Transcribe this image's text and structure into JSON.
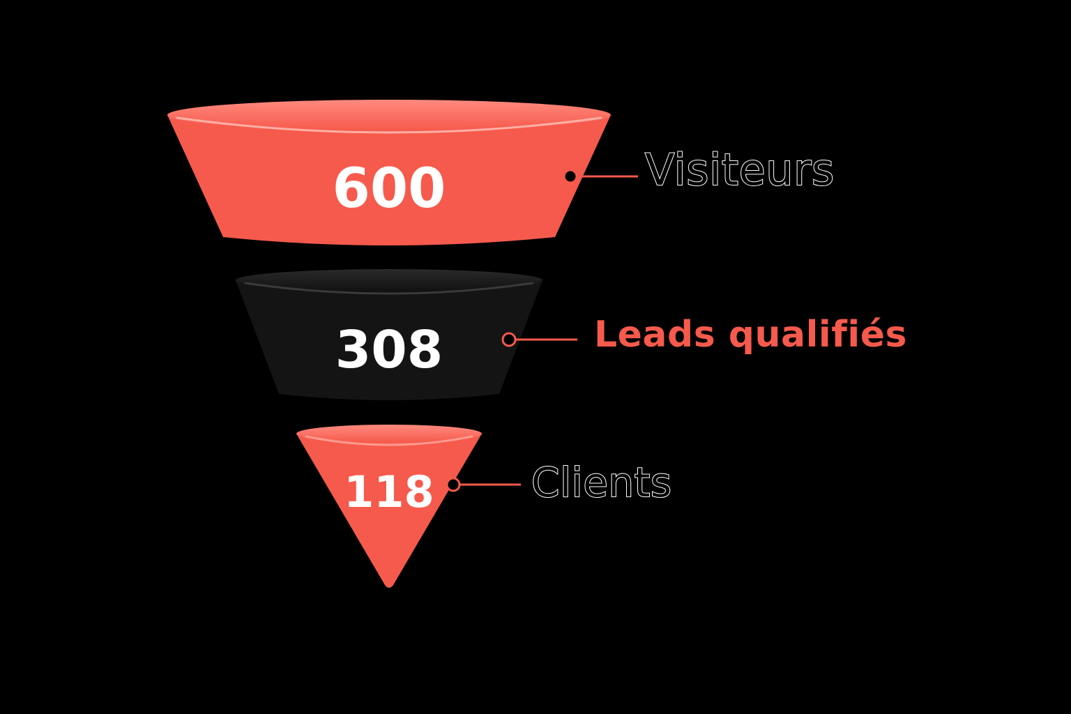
{
  "chart_data": {
    "type": "funnel",
    "stages": [
      {
        "label": "Visiteurs",
        "value": 600,
        "fill_color": "#f65a4c",
        "label_color": "#000000",
        "label_outline": "#ffffff"
      },
      {
        "label": "Leads qualifiés",
        "value": 308,
        "fill_color": "#141414",
        "label_color": "#f65a4c",
        "label_outline": ""
      },
      {
        "label": "Clients",
        "value": 118,
        "fill_color": "#f65a4c",
        "label_color": "#000000",
        "label_outline": "#ffffff"
      }
    ]
  },
  "colors": {
    "background": "#000000",
    "accent": "#f65a4c",
    "dark": "#141414",
    "leader_line": "#f65a4c"
  }
}
